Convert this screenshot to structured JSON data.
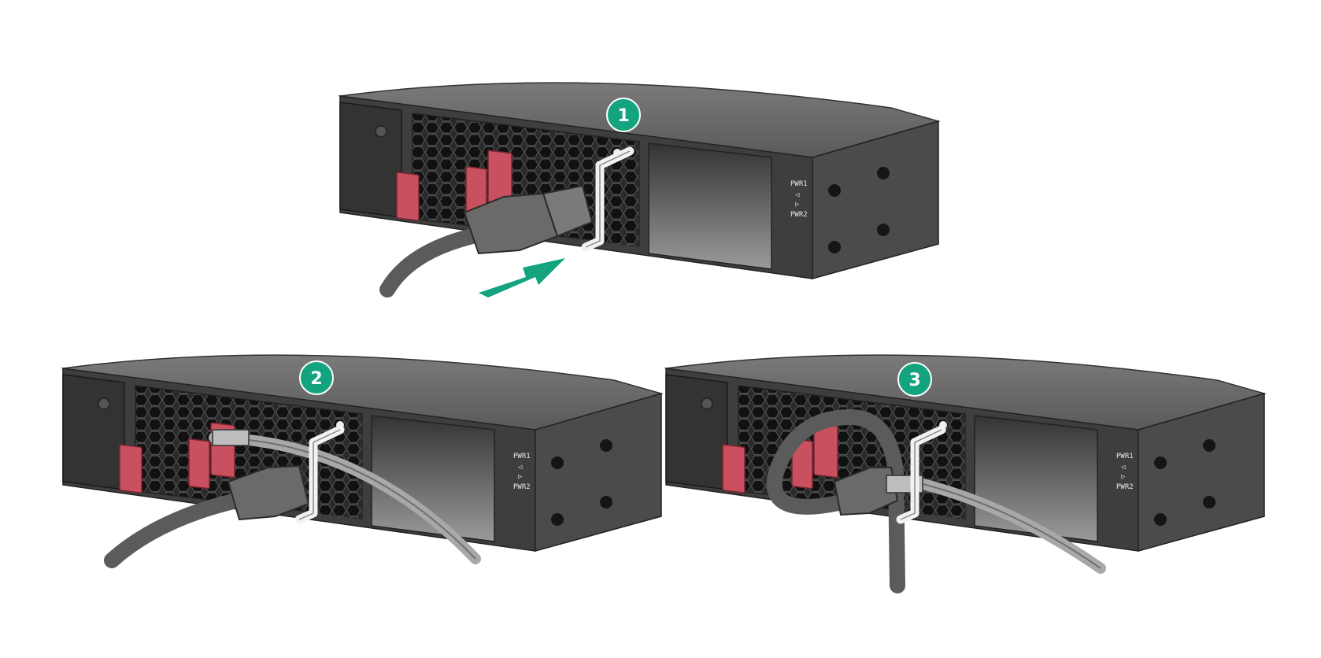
{
  "steps": [
    {
      "label": "1"
    },
    {
      "label": "2"
    },
    {
      "label": "3"
    }
  ],
  "panel": {
    "pwr1": "PWR1",
    "pwr2": "PWR2"
  },
  "colors": {
    "accent": "#14a37f",
    "latch": "#c9505f",
    "chassis_top": "#6b6b6b",
    "chassis_front": "#3e3e3e",
    "chassis_side": "#4a4a4a",
    "cable": "#5b5b5b",
    "bracket": "#f2f2f2"
  }
}
